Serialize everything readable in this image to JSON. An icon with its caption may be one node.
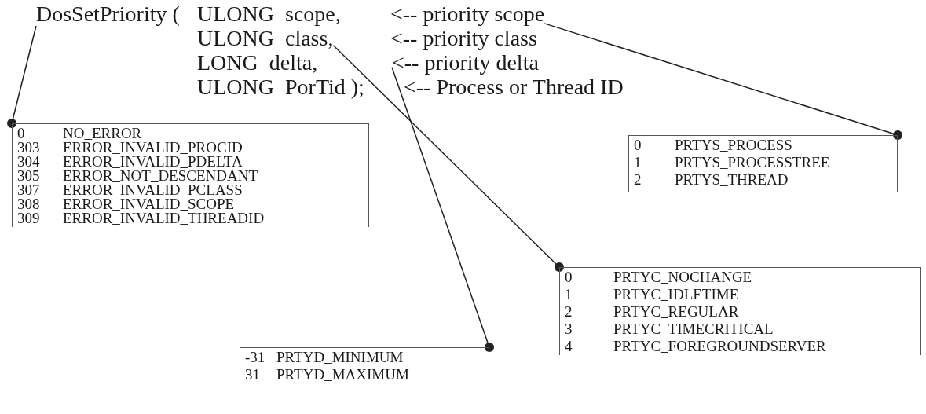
{
  "diagram": {
    "nodes": [
      {
        "text": [
          "DosSetPriority ("
        ]
      },
      {
        "text": [
          "ULONG  scope,"
        ]
      },
      {
        "text": [
          "ULONG  class,"
        ]
      },
      {
        "text": [
          "LONG  delta,"
        ]
      },
      {
        "text": [
          "ULONG  PorTid );"
        ]
      },
      {
        "text": [
          "<-- priority scope"
        ]
      },
      {
        "text": [
          "<-- priority class"
        ]
      },
      {
        "text": [
          "<-- priority delta"
        ]
      },
      {
        "text": [
          "<-- Process or Thread ID"
        ]
      },
      {
        "text": [
          "0",
          "NO_ERROR",
          "303",
          "ERROR_INVALID_PROCID",
          "304",
          "ERROR_INVALID_PDELTA",
          "305",
          "ERROR_NOT_DESCENDANT",
          "307",
          "ERROR_INVALID_PCLASS",
          "308",
          "ERROR_INVALID_SCOPE",
          "309",
          "ERROR_INVALID_THREADID"
        ]
      },
      {
        "text": [
          "0",
          "PRTYS_PROCESS",
          "1",
          "PRTYS_PROCESSTREE",
          "2",
          "PRTYS_THREAD"
        ]
      },
      {
        "text": [
          "0",
          "PRTYC_NOCHANGE",
          "1",
          "PRTYC_IDLETIME",
          "2",
          "PRTYC_REGULAR",
          "3",
          "PRTYC_TIMECRITICAL",
          "4",
          "PRTYC_FOREGROUNDSERVER"
        ]
      },
      {
        "text": [
          "-31",
          "PRTYD_MINIMUM",
          "31",
          "PRTYD_MAXIMUM"
        ]
      }
    ],
    "edges": [
      {
        "from": 0,
        "to": 9,
        "arrow": "other"
      },
      {
        "from": 5,
        "to": 10,
        "arrow": "other"
      },
      {
        "from": 2,
        "to": 11,
        "arrow": "other"
      },
      {
        "from": 7,
        "to": 12,
        "arrow": "other"
      }
    ]
  }
}
